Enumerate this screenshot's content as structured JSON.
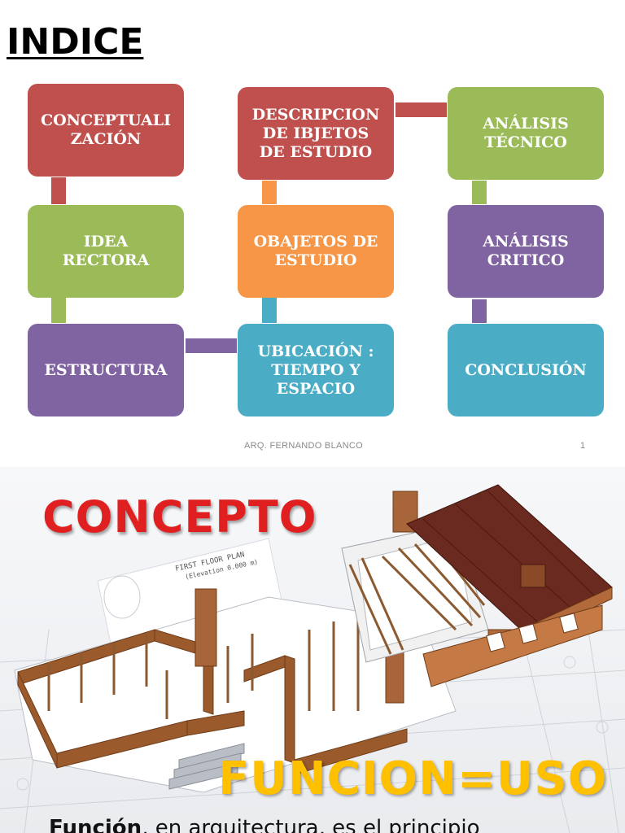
{
  "slide1": {
    "title": "INDICE",
    "boxes": [
      {
        "label": "CONCEPTUALI\nZACIÓN",
        "color": "#c0504d"
      },
      {
        "label": "IDEA\nRECTORA",
        "color": "#9bbb59"
      },
      {
        "label": "ESTRUCTURA",
        "color": "#8064a2"
      },
      {
        "label": "DESCRIPCION\nDE IBJETOS\nDE ESTUDIO",
        "color": "#c0504d"
      },
      {
        "label": "OBAJETOS DE\nESTUDIO",
        "color": "#f79646"
      },
      {
        "label": "UBICACIÓN :\nTIEMPO Y\nESPACIO",
        "color": "#4bacc6"
      },
      {
        "label": "ANÁLISIS\nTÉCNICO",
        "color": "#9bbb59"
      },
      {
        "label": "ANÁLISIS\nCRITICO",
        "color": "#8064a2"
      },
      {
        "label": "CONCLUSIÓN",
        "color": "#4bacc6"
      }
    ],
    "footer": "ARQ. FERNANDO BLANCO",
    "page_number": "1"
  },
  "slide2": {
    "title": "CONCEPTO",
    "subtitle": "FUNCION=USO",
    "body_bold": "Función",
    "body_text": ", en arquitectura, es el principio",
    "blueprint_label_line1": "FIRST FLOOR PLAN",
    "blueprint_label_line2": "(Elevation 0.000 m)",
    "title_color": "#e02020",
    "subtitle_color": "#ffc000"
  }
}
